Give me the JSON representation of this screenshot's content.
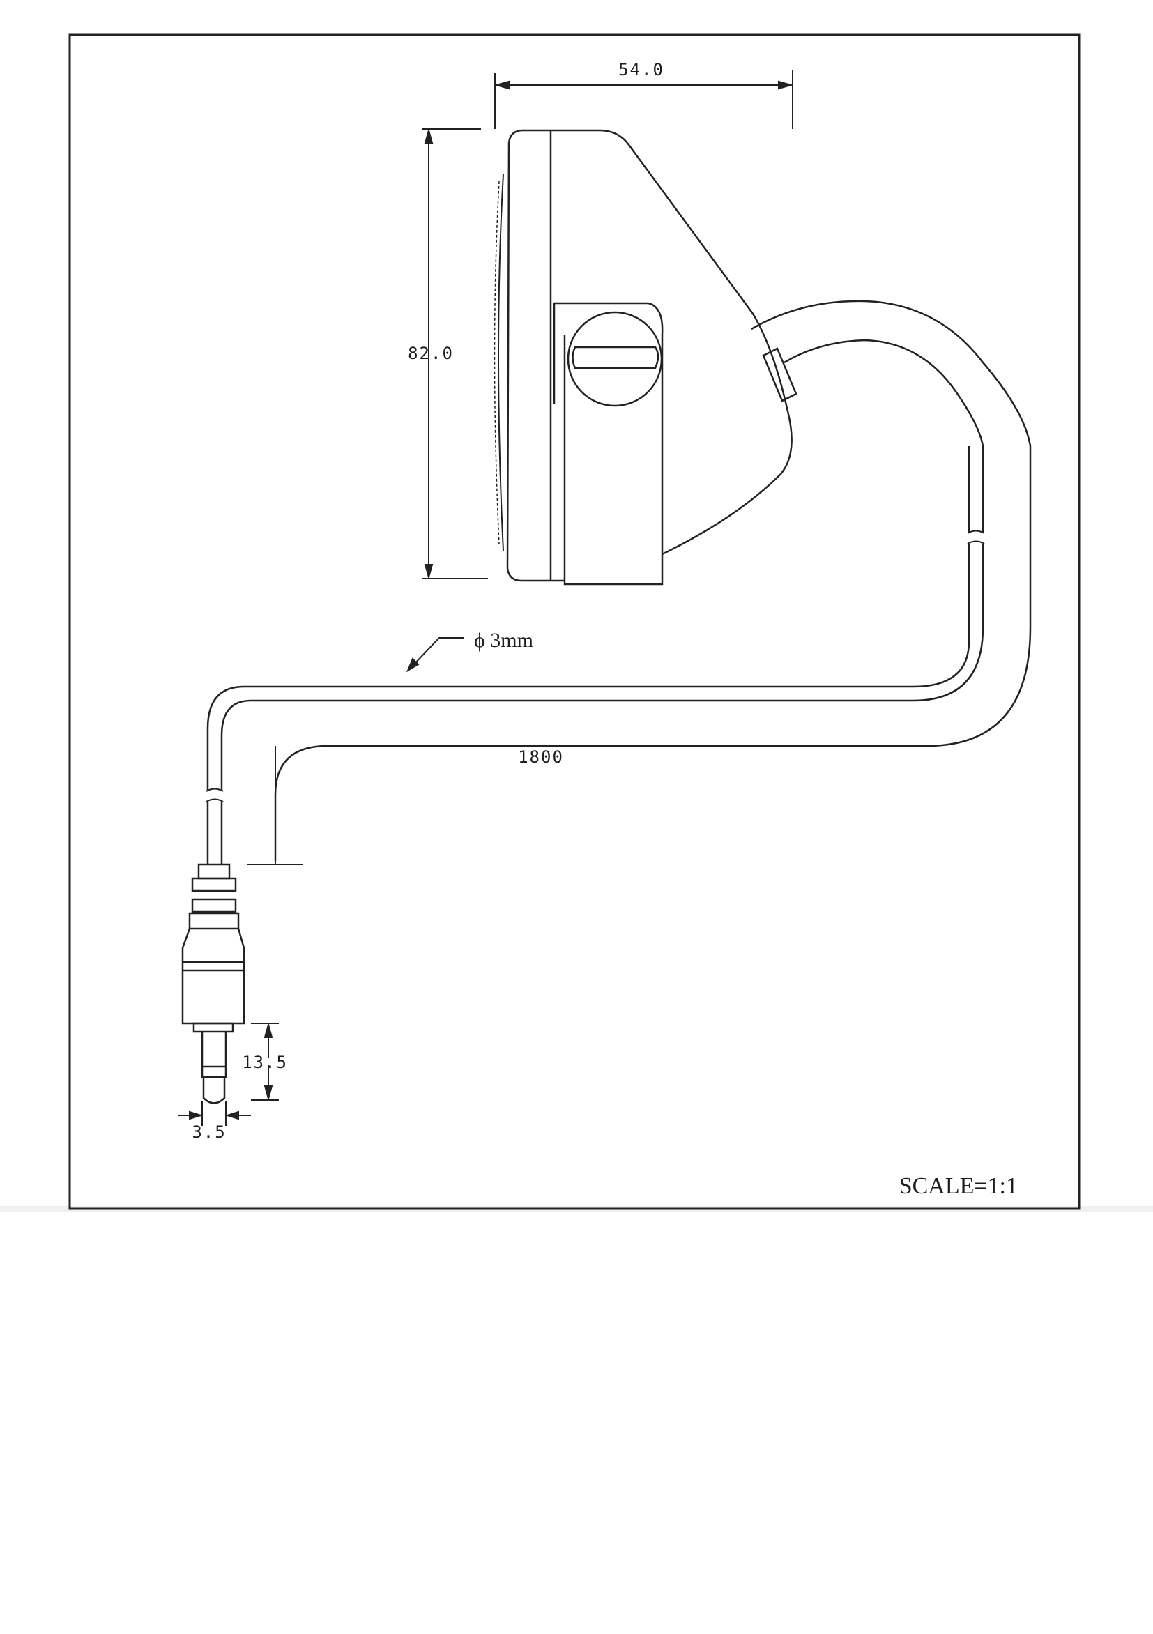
{
  "drawing": {
    "dimensions": {
      "width": "54.0",
      "height": "82.0",
      "cable_diameter": "ϕ 3mm",
      "cable_length": "1800",
      "plug_length": "13.5",
      "plug_diameter": "3.5"
    },
    "scale": "SCALE=1:1"
  }
}
